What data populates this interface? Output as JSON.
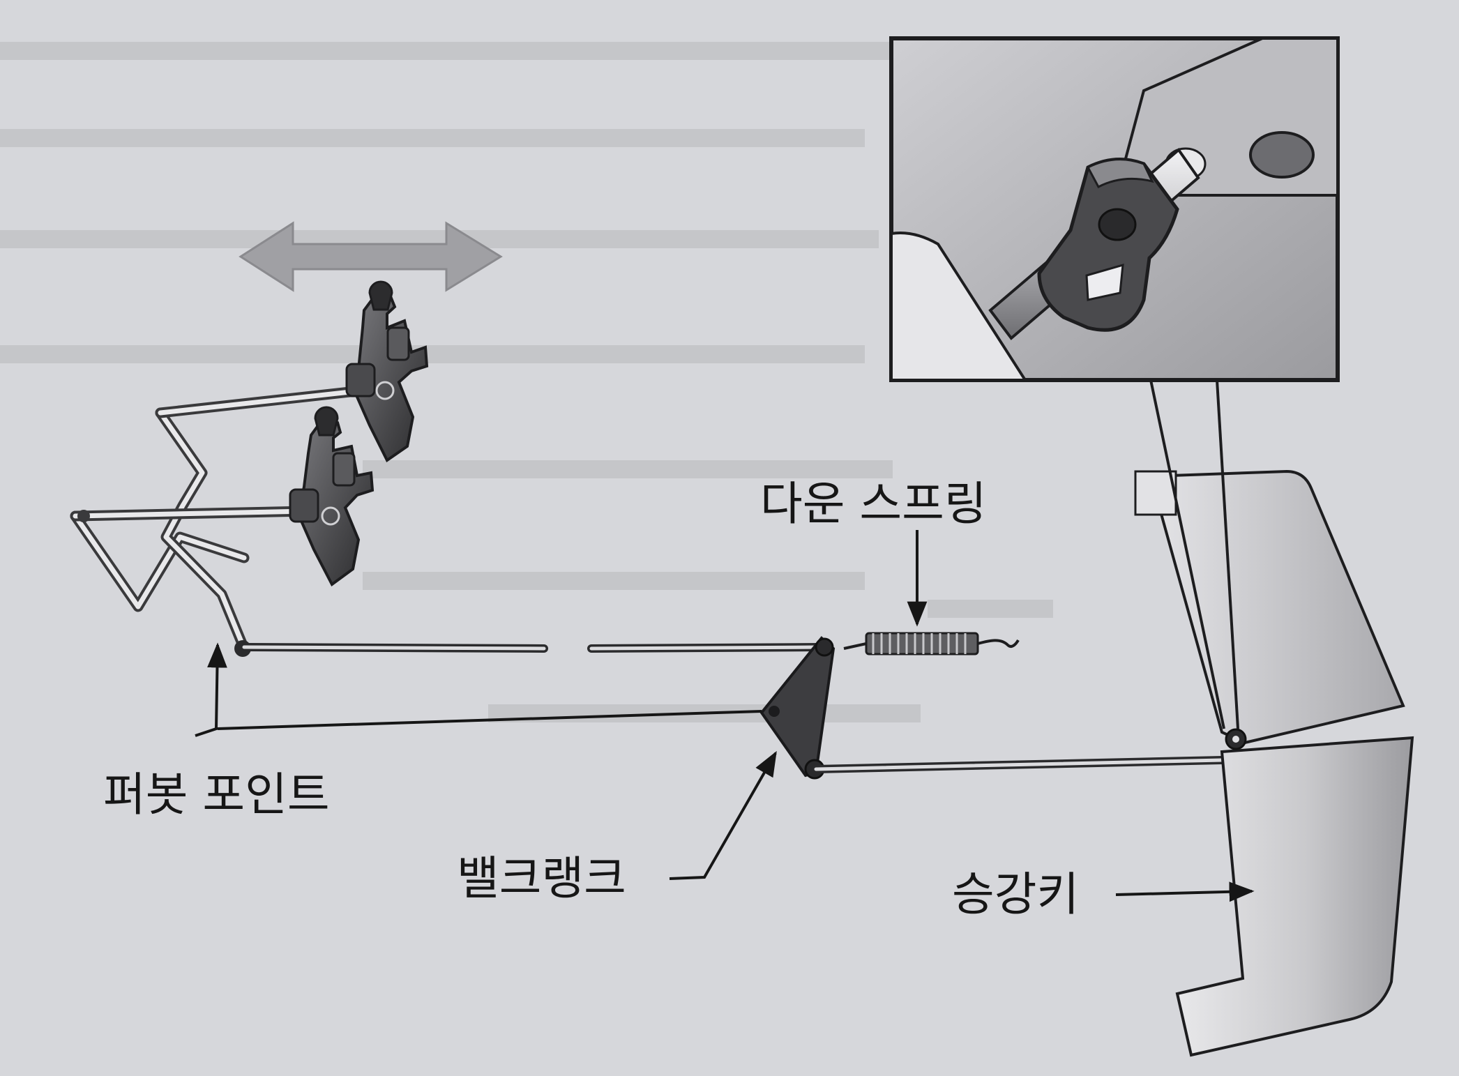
{
  "labels": {
    "down_spring": "다운 스프링",
    "pivot_point": "퍼봇 포인트",
    "bellcrank": "밸크랭크",
    "elevator": "승강키"
  },
  "colors": {
    "paper": "#d6d7db",
    "ink": "#161616",
    "part_dark": "#3a3a3c",
    "arrow_grey": "#9a9a9e"
  }
}
